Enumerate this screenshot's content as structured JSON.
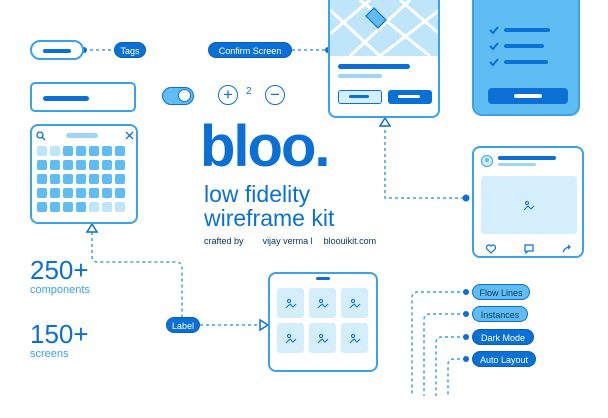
{
  "brand": {
    "logo": "bloo.",
    "tagline_line1": "low fidelity",
    "tagline_line2": "wireframe kit",
    "crafted_label": "crafted by",
    "author": "vijay verma l",
    "website": "bloouikit.com"
  },
  "stats": [
    {
      "number": "250+",
      "label": "components"
    },
    {
      "number": "150+",
      "label": "screens"
    }
  ],
  "labels": {
    "tags": "Tags",
    "confirm_screen": "Confirm Screen",
    "label": "Label"
  },
  "stepper": {
    "plus": "+",
    "value": "2",
    "minus": "−"
  },
  "feature_tags": [
    "Flow Lines",
    "Instances",
    "Dark Mode",
    "Auto Layout"
  ],
  "colors": {
    "primary": "#0b70d6",
    "light": "#5fbdf3",
    "pale": "#d4eefc",
    "line": "#3aa2e6"
  }
}
